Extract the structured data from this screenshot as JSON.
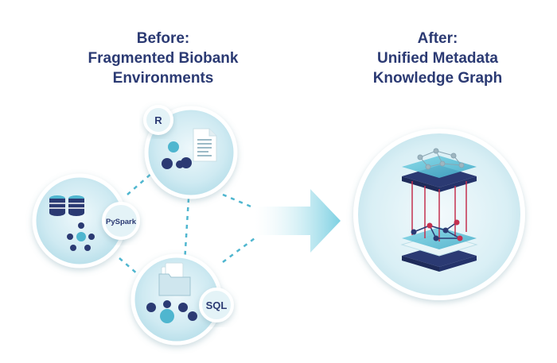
{
  "before": {
    "title_line1": "Before:",
    "title_line2": "Fragmented Biobank",
    "title_line3": "Environments"
  },
  "after": {
    "title_line1": "After:",
    "title_line2": "Unified Metadata",
    "title_line3": "Knowledge Graph"
  },
  "nodes": {
    "r_label": "R",
    "pyspark_label": "PySpark",
    "sql_label": "SQL"
  },
  "colors": {
    "heading": "#2b3a73",
    "node_dark": "#2b3a73",
    "node_accent": "#4fb6cf",
    "circle_fill": "#d6eef4",
    "connector": "#4fb6cf",
    "graph_link": "#c4304f"
  },
  "icons": [
    "document-icon",
    "database-icon",
    "folder-icon",
    "network-icon",
    "arrow-right-icon",
    "knowledge-graph-icon"
  ]
}
